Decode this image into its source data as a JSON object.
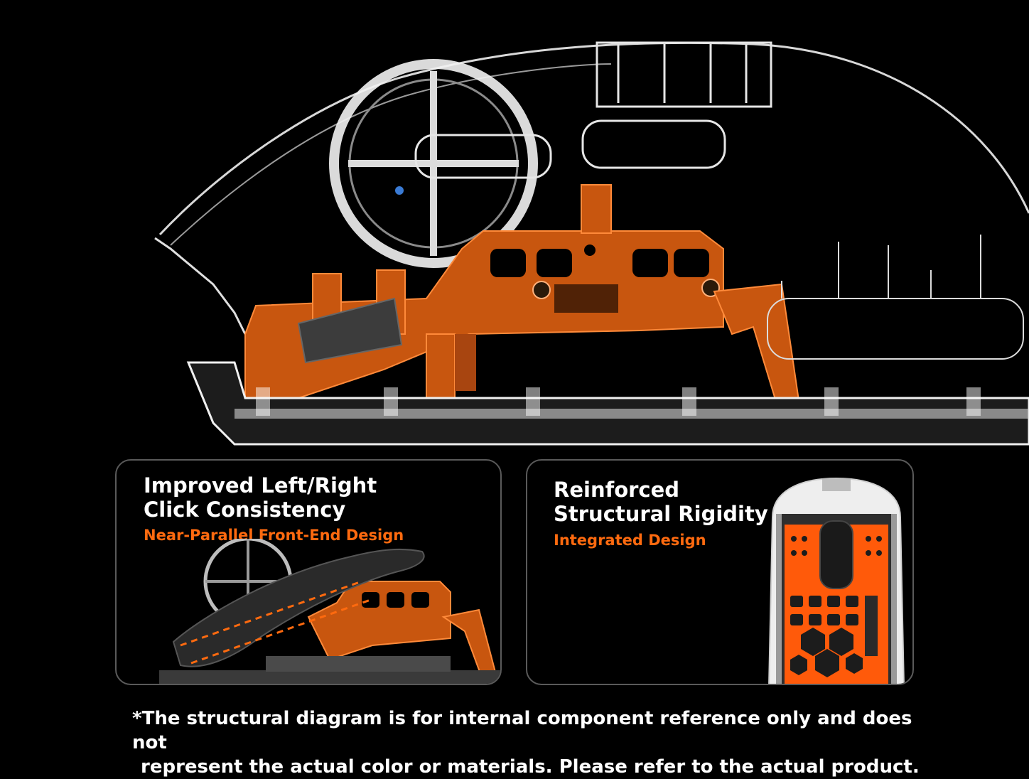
{
  "colors": {
    "background": "#000000",
    "accent_orange": "#ff6a0f",
    "frame_orange": "#c8560f",
    "shell_white": "#e8e8e8",
    "card_border": "#5a5a5a"
  },
  "hero": {
    "illustration": "mouse-xray-cutaway-illustration"
  },
  "cards": [
    {
      "title_line1": "Improved Left/Right",
      "title_line2": "Click Consistency",
      "subtitle": "Near-Parallel Front-End Design",
      "illustration": "mouse-side-cross-section-illustration"
    },
    {
      "title_line1": "Reinforced",
      "title_line2": "Structural Rigidity",
      "subtitle": "Integrated Design",
      "illustration": "mouse-top-down-frame-illustration"
    }
  ],
  "disclaimer": {
    "line1": "*The structural diagram is for internal component reference only and does not",
    "line2": "represent the actual color or materials. Please refer to the actual product."
  }
}
